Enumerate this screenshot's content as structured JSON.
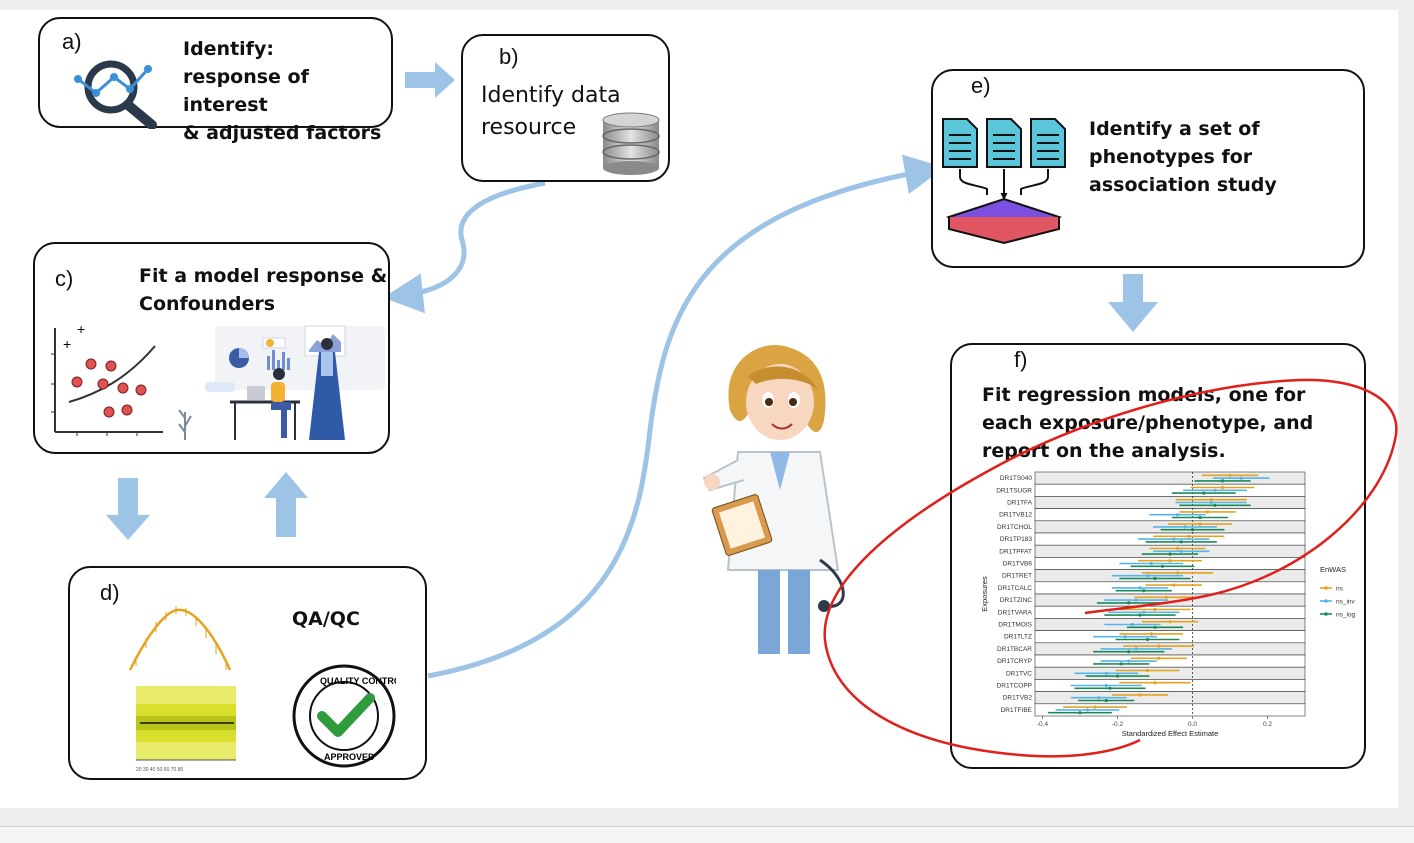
{
  "colors": {
    "arrow": "#9dc3e6",
    "ns": "#e6a31e",
    "ns_inv": "#56b4e9",
    "ns_log": "#1b8a5a",
    "red_outline": "#e0201b"
  },
  "box_a": {
    "tag": "a)",
    "line1": "Identify:",
    "line2": "response of interest",
    "line3": "& adjusted factors",
    "icon": "magnifier-chart-icon"
  },
  "box_b": {
    "tag": "b)",
    "line1": "Identify data",
    "line2": "resource",
    "icon": "database-icon"
  },
  "box_c": {
    "tag": "c)",
    "line1": "Fit a model response &",
    "line2": "Confounders",
    "icon": "scatter-plot-icon"
  },
  "box_d": {
    "tag": "d)",
    "title": "QA/QC",
    "badge_top": "QUALITY CONTROL",
    "badge_bottom": "APPROVED",
    "icon": "quality-control-badge-icon"
  },
  "box_e": {
    "tag": "e)",
    "line1": "Identify a set of",
    "line2": "phenotypes for",
    "line3": "association study",
    "icon": "documents-to-database-icon"
  },
  "box_f": {
    "tag": "f)",
    "line1": "Fit regression models, one for",
    "line2": "each exposure/phenotype, and",
    "line3": "report on the analysis."
  },
  "chart_data": {
    "type": "scatter",
    "title": "",
    "xlabel": "Standardized Effect Estimate",
    "ylabel": "Exposures",
    "xlim": [
      -0.42,
      0.3
    ],
    "xticks": [
      "-0.4",
      "-0.2",
      "0.0",
      "0.2"
    ],
    "xtick_values": [
      -0.4,
      -0.2,
      0.0,
      0.2
    ],
    "legend_title": "EnWAS",
    "legend_position": "right",
    "grid": true,
    "categories": [
      "DR1TS040",
      "DR1TSUGR",
      "DR1TFA",
      "DR1TVB12",
      "DR1TCHOL",
      "DR1TP183",
      "DR1TPFAT",
      "DR1TVB6",
      "DR1TRET",
      "DR1TCALC",
      "DR1TZINC",
      "DR1TVARA",
      "DR1TMOIS",
      "DR1TLTZ",
      "DR1TBCAR",
      "DR1TCRYP",
      "DR1TVC",
      "DR1TCOPP",
      "DR1TVB2",
      "DR1TFIBE"
    ],
    "series": [
      {
        "name": "ns",
        "values": [
          0.1,
          0.08,
          0.05,
          0.04,
          0.02,
          -0.01,
          -0.04,
          -0.06,
          -0.04,
          -0.05,
          -0.07,
          -0.1,
          -0.06,
          -0.11,
          -0.09,
          -0.09,
          -0.12,
          -0.1,
          -0.14,
          -0.26
        ]
      },
      {
        "name": "ns_inv",
        "values": [
          0.13,
          0.06,
          0.05,
          -0.04,
          -0.02,
          -0.05,
          -0.03,
          -0.11,
          -0.12,
          -0.14,
          -0.15,
          -0.13,
          -0.16,
          -0.18,
          -0.15,
          -0.17,
          -0.23,
          -0.23,
          -0.25,
          -0.28
        ]
      },
      {
        "name": "ns_log",
        "values": [
          0.08,
          0.03,
          0.06,
          0.02,
          0.0,
          -0.03,
          -0.06,
          -0.08,
          -0.1,
          -0.13,
          -0.17,
          -0.14,
          -0.1,
          -0.12,
          -0.17,
          -0.19,
          -0.2,
          -0.22,
          -0.23,
          -0.3
        ]
      }
    ]
  }
}
